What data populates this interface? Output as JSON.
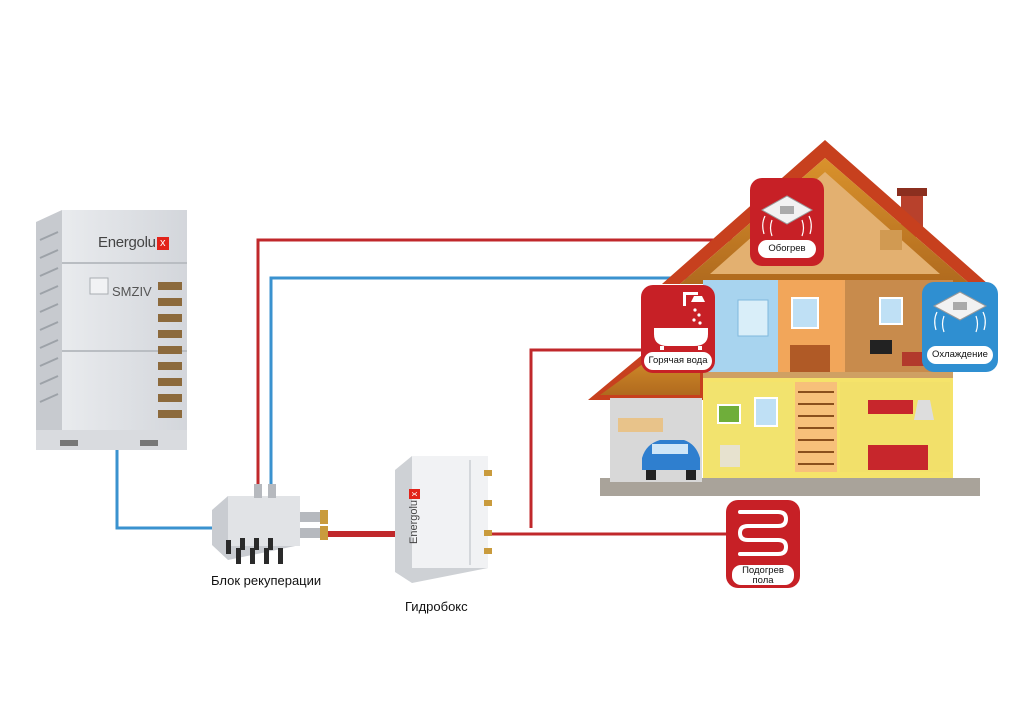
{
  "outdoor_unit": {
    "brand": "Energolu",
    "brand_mark": "x",
    "model": "SMZIV"
  },
  "hydrobox": {
    "brand": "Energolu",
    "brand_mark": "x"
  },
  "labels": {
    "recovery_block": "Блок рекуперации",
    "hydrobox": "Гидробокс"
  },
  "badges": {
    "heating": "Обогрев",
    "hot_water": "Горячая вода",
    "cooling": "Охлаждение",
    "floor_heating_line1": "Подогрев",
    "floor_heating_line2": "пола"
  },
  "colors": {
    "red_line": "#c0282b",
    "blue_line": "#3a92cf",
    "badge_red": "#c72026",
    "badge_blue": "#2f8fd1",
    "brand_red": "#e2231a"
  },
  "icons": {
    "heating": "ceiling-cassette-icon",
    "hot_water": "bath-shower-icon",
    "cooling": "ceiling-cassette-icon",
    "floor_heating": "floor-coil-icon"
  }
}
